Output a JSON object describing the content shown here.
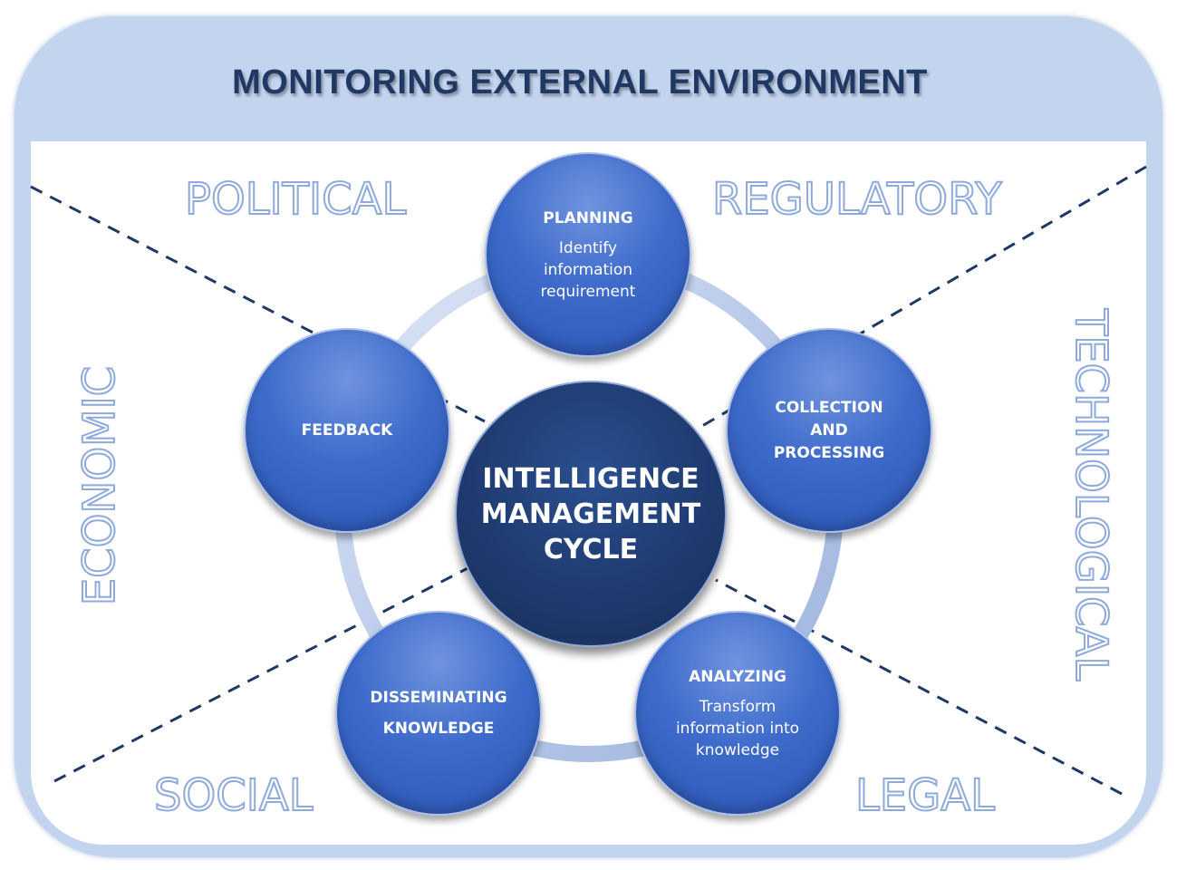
{
  "title": "MONITORING EXTERNAL ENVIRONMENT",
  "factors": {
    "political": "POLITICAL",
    "regulatory": "REGULATORY",
    "economic": "ECONOMIC",
    "technological": "TECHNOLOGICAL",
    "social": "SOCIAL",
    "legal": "LEGAL"
  },
  "center": "INTELLIGENCE MANAGEMENT CYCLE",
  "nodes": {
    "planning": {
      "title": "PLANNING",
      "desc": "Identify information requirement"
    },
    "collection": {
      "title": "COLLECTION AND PROCESSING"
    },
    "analyzing": {
      "title": "ANALYZING",
      "desc": "Transform information into knowledge"
    },
    "disseminating": {
      "title": "DISSEMINATING KNOWLEDGE"
    },
    "feedback": {
      "title": "FEEDBACK"
    }
  },
  "colors": {
    "frame": "#c3d4ee",
    "title": "#1f3864",
    "node": "#3f6ccc",
    "center": "#1f3b70",
    "outline_text": "#8eaadb"
  }
}
